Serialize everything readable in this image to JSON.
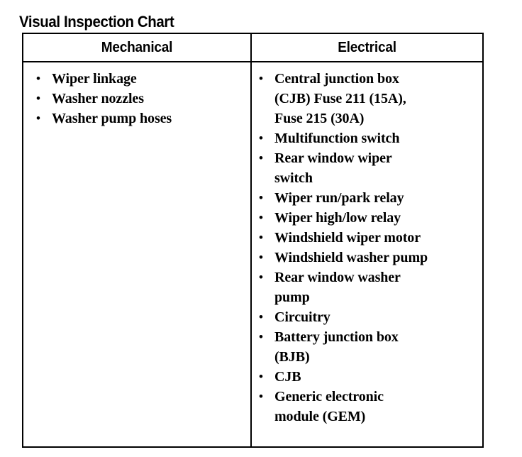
{
  "page": {
    "title": "Visual Inspection Chart",
    "background_color": "#ffffff",
    "text_color": "#000000",
    "border_color": "#000000"
  },
  "table": {
    "columns": [
      {
        "key": "mechanical",
        "header": "Mechanical"
      },
      {
        "key": "electrical",
        "header": "Electrical"
      }
    ],
    "mechanical": {
      "header": "Mechanical",
      "items": [
        "Wiper linkage",
        "Washer nozzles",
        "Washer pump hoses"
      ]
    },
    "electrical": {
      "header": "Electrical",
      "items": [
        "Central junction box (CJB) Fuse 211 (15A), Fuse 215 (30A)",
        "Multifunction switch",
        "Rear window wiper switch",
        "Wiper run/park relay",
        "Wiper high/low relay",
        "Windshield wiper motor",
        "Windshield washer pump",
        "Rear window washer pump",
        "Circuitry",
        "Battery junction box (BJB)",
        "CJB",
        "Generic electronic module (GEM)"
      ],
      "item_lines": [
        [
          "Central junction box",
          "(CJB) Fuse 211 (15A),",
          "Fuse 215 (30A)"
        ],
        [
          "Multifunction switch"
        ],
        [
          "Rear window wiper",
          "switch"
        ],
        [
          "Wiper run/park relay"
        ],
        [
          "Wiper high/low relay"
        ],
        [
          "Windshield wiper motor"
        ],
        [
          "Windshield washer pump"
        ],
        [
          "Rear window washer",
          "pump"
        ],
        [
          "Circuitry"
        ],
        [
          "Battery junction box",
          "(BJB)"
        ],
        [
          "CJB"
        ],
        [
          "Generic electronic",
          "module (GEM)"
        ]
      ]
    }
  }
}
